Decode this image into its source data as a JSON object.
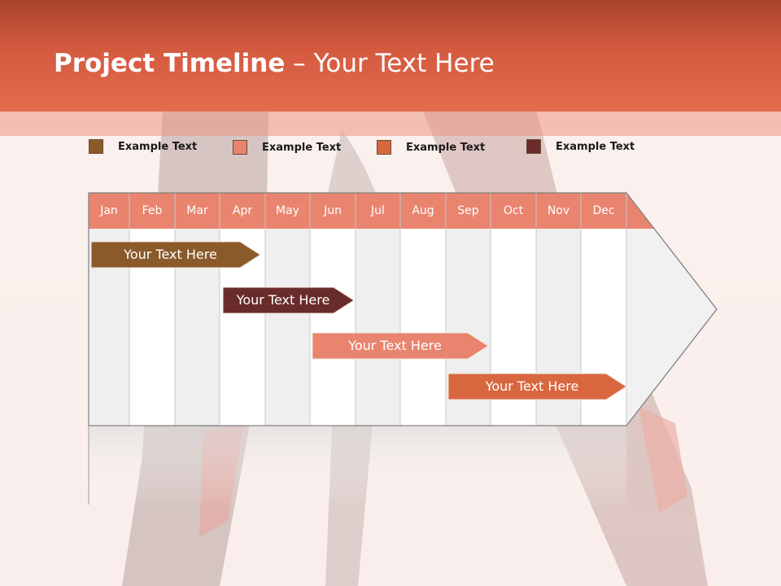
{
  "title": {
    "bold": "Project Timeline",
    "rest": " – Your Text Here"
  },
  "legend": [
    {
      "label": "Example Text",
      "color": "#8b5a2b"
    },
    {
      "label": "Example Text",
      "color": "#e9846f"
    },
    {
      "label": "Example Text",
      "color": "#d8673f"
    },
    {
      "label": "Example Text",
      "color": "#6a2b2b"
    }
  ],
  "months": [
    "Jan",
    "Feb",
    "Mar",
    "Apr",
    "May",
    "Jun",
    "Jul",
    "Aug",
    "Sep",
    "Oct",
    "Nov",
    "Dec"
  ],
  "tasks": [
    {
      "label": "Your  Text Here",
      "color": "#8b5a2b"
    },
    {
      "label": "Your  Text Here",
      "color": "#6a2b2b"
    },
    {
      "label": "Your  Text Here",
      "color": "#e9846f"
    },
    {
      "label": "Your  Text Here",
      "color": "#d8673f"
    }
  ],
  "colors": {
    "header": "#d45a40",
    "month_bar": "#e9846f",
    "column_shaded": "#efefef",
    "column_plain": "#ffffff"
  }
}
